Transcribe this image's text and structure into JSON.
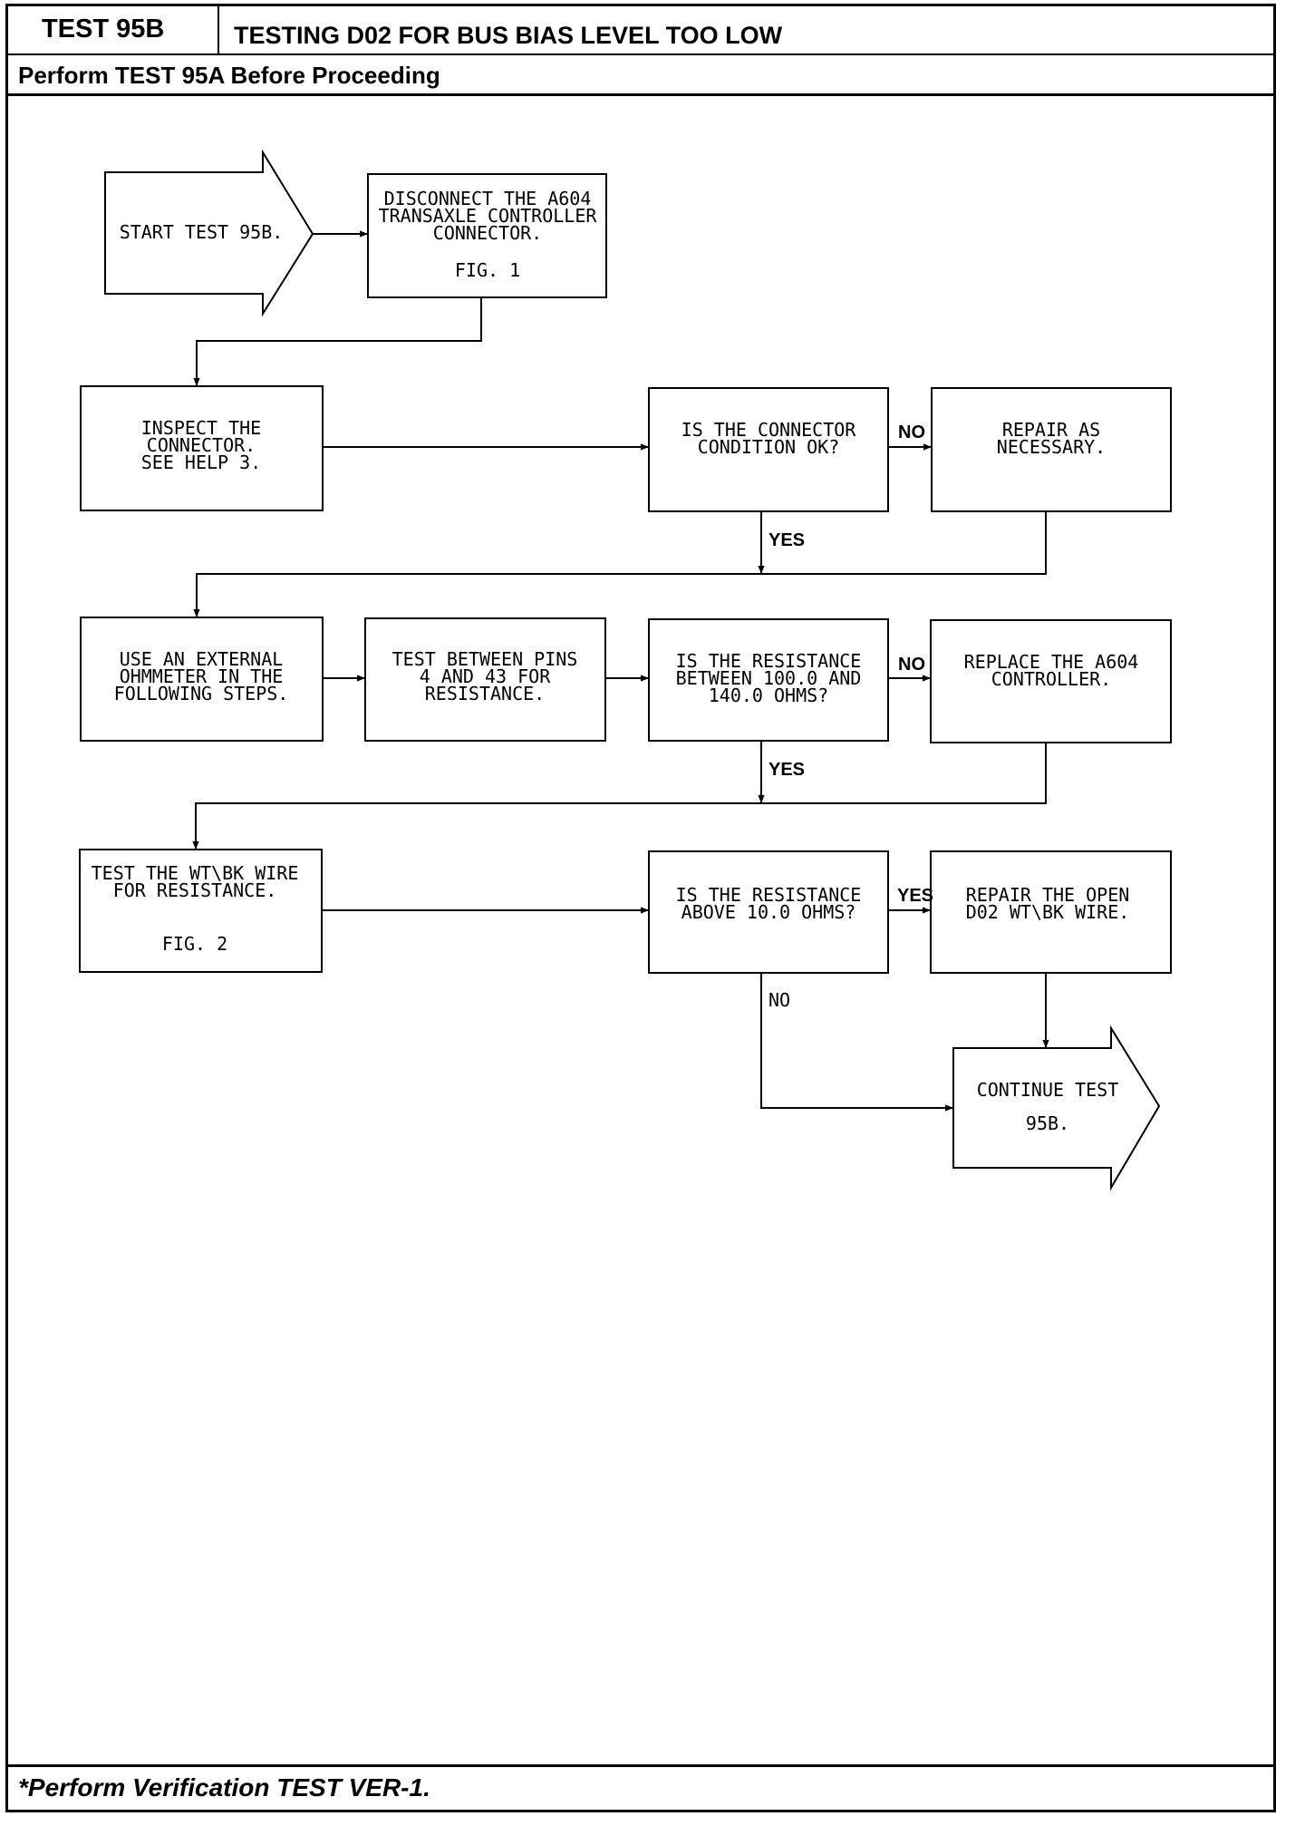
{
  "header": {
    "test_id": "TEST 95B",
    "title": "TESTING D02 FOR BUS BIAS LEVEL TOO LOW",
    "prerequisite": "Perform TEST 95A Before Proceeding"
  },
  "footer": {
    "note": "*Perform Verification TEST VER-1."
  },
  "flowchart": {
    "start": [
      "START TEST 95B."
    ],
    "disconnect": [
      "DISCONNECT THE A604",
      "TRANSAXLE CONTROLLER",
      "CONNECTOR.",
      "FIG. 1"
    ],
    "inspect": [
      "INSPECT THE",
      "CONNECTOR.",
      "SEE HELP 3."
    ],
    "connector_ok": [
      "IS THE CONNECTOR",
      "CONDITION OK?"
    ],
    "repair": [
      "REPAIR AS",
      "NECESSARY."
    ],
    "ohmmeter": [
      "USE AN EXTERNAL",
      "OHMMETER IN THE",
      "FOLLOWING STEPS."
    ],
    "test_pins": [
      "TEST BETWEEN PINS",
      "4 AND 43 FOR",
      "RESISTANCE."
    ],
    "resistance_range": [
      "IS THE RESISTANCE",
      "BETWEEN 100.0 AND",
      "140.0 OHMS?"
    ],
    "replace": [
      "REPLACE THE A604",
      "CONTROLLER."
    ],
    "test_wire": [
      "TEST THE WT\\BK WIRE",
      "FOR RESISTANCE.",
      "FIG. 2"
    ],
    "resistance_above": [
      "IS THE RESISTANCE",
      "ABOVE 10.0 OHMS?"
    ],
    "repair_open": [
      "REPAIR THE OPEN",
      "D02 WT\\BK WIRE."
    ],
    "continue": [
      "CONTINUE TEST",
      "95B."
    ],
    "edge_labels": {
      "no": "NO",
      "yes": "YES"
    }
  }
}
